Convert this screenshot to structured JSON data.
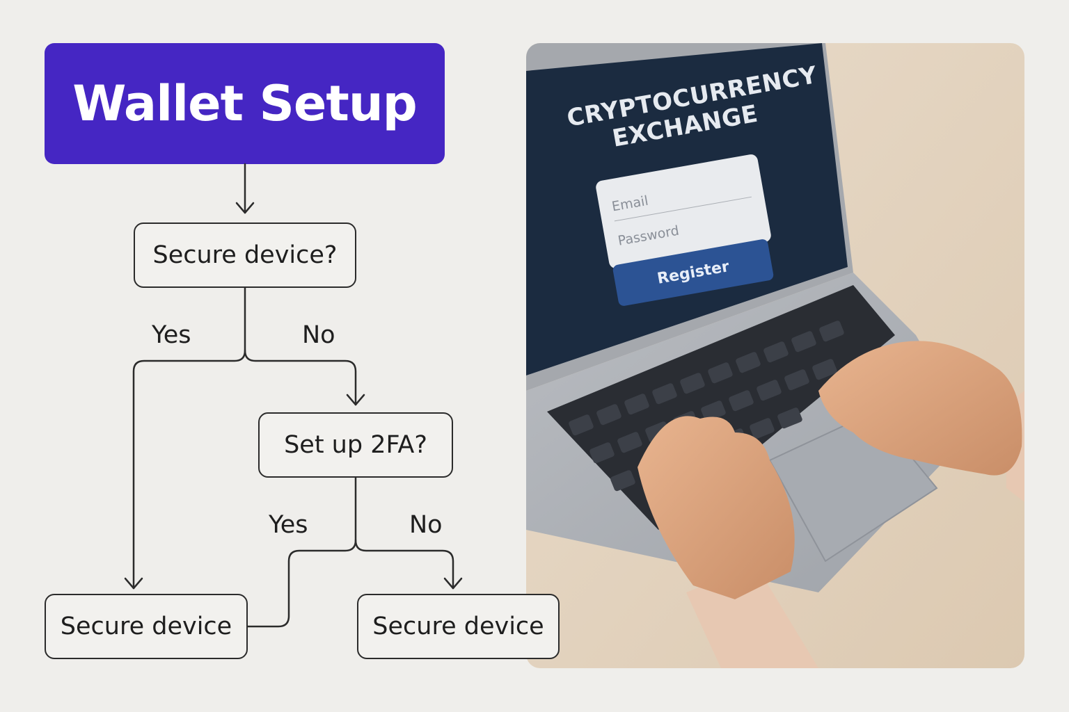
{
  "flowchart": {
    "title": "Wallet Setup",
    "nodes": {
      "secure_device_question": "Secure device?",
      "setup_2fa_question": "Set up 2FA?",
      "secure_device_left": "Secure device",
      "secure_device_right": "Secure device"
    },
    "edge_labels": {
      "q1_yes": "Yes",
      "q1_no": "No",
      "q2_yes": "Yes",
      "q2_no": "No"
    }
  },
  "photo": {
    "screen_title_line1": "CRYPTOCURRENCY",
    "screen_title_line2": "EXCHANGE",
    "email_placeholder": "Email",
    "password_placeholder": "Password",
    "register_label": "Register"
  },
  "colors": {
    "background": "#efeeeb",
    "title_fill": "#4526c3",
    "node_border": "#2b2b2b",
    "screen_bg": "#1b2b40",
    "register_button": "#2c5394"
  }
}
